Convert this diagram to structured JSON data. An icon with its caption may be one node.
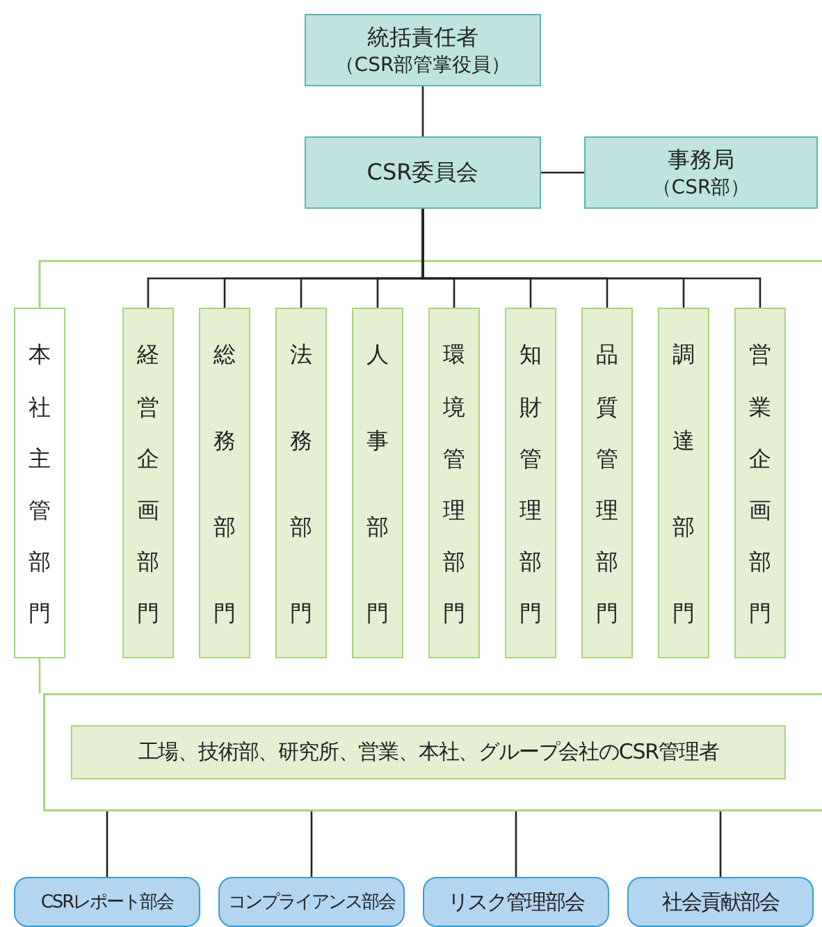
{
  "diagram": {
    "nodes": [
      {
        "text": [
          "統括責任者",
          "（CSR部管掌役員）"
        ]
      },
      {
        "text": [
          "CSR委員会"
        ]
      },
      {
        "text": [
          "事務局",
          "（CSR部）"
        ]
      },
      {
        "text": [
          "本社主管部門"
        ]
      },
      {
        "text": [
          "経営企画部門"
        ]
      },
      {
        "text": [
          "総務部門"
        ]
      },
      {
        "text": [
          "法務部門"
        ]
      },
      {
        "text": [
          "人事部門"
        ]
      },
      {
        "text": [
          "環境管理部門"
        ]
      },
      {
        "text": [
          "知財管理部門"
        ]
      },
      {
        "text": [
          "品質管理部門"
        ]
      },
      {
        "text": [
          "調達部門"
        ]
      },
      {
        "text": [
          "営業企画部門"
        ]
      },
      {
        "text": [],
        "shape": "box"
      },
      {
        "text": [
          "工場、技術部、研究所、営業、本社、グループ会社のCSR管理者"
        ],
        "in": 13
      },
      {
        "text": [
          "CSRレポート部会"
        ]
      },
      {
        "text": [
          "コンプライアンス部会"
        ]
      },
      {
        "text": [
          "リスク管理部会"
        ]
      },
      {
        "text": [
          "社会貢献部会"
        ]
      }
    ],
    "edges": [
      {
        "from": 0,
        "to": 1,
        "arrow": "none"
      },
      {
        "from": 1,
        "to": 2,
        "arrow": "none"
      },
      {
        "from": 1,
        "to": 4,
        "arrow": "none"
      },
      {
        "from": 1,
        "to": 5,
        "arrow": "none"
      },
      {
        "from": 1,
        "to": 6,
        "arrow": "none"
      },
      {
        "from": 1,
        "to": 7,
        "arrow": "none"
      },
      {
        "from": 1,
        "to": 8,
        "arrow": "none"
      },
      {
        "from": 1,
        "to": 9,
        "arrow": "none"
      },
      {
        "from": 1,
        "to": 10,
        "arrow": "none"
      },
      {
        "from": 1,
        "to": 11,
        "arrow": "none"
      },
      {
        "from": 1,
        "to": 12,
        "arrow": "none"
      },
      {
        "from": 3,
        "to": 13,
        "arrow": "none",
        "color": "#a9d47a"
      },
      {
        "from": 13,
        "to": 15,
        "arrow": "none"
      },
      {
        "from": 13,
        "to": 16,
        "arrow": "none"
      },
      {
        "from": 13,
        "to": 17,
        "arrow": "none"
      },
      {
        "from": 13,
        "to": 18,
        "arrow": "none"
      }
    ]
  }
}
